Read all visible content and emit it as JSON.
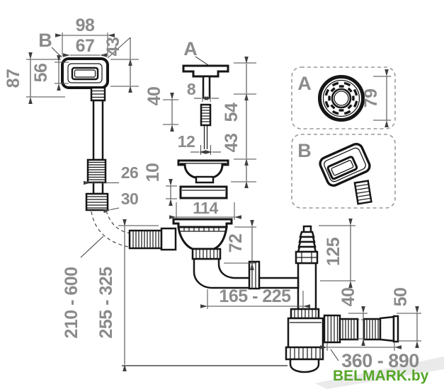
{
  "watermark": {
    "text": "BELMARK.by",
    "color": "#55A628",
    "band_color": "#D8D8D8"
  },
  "colors": {
    "outline": "#161616",
    "dimension_lines": "#4A4A4A",
    "dimension_text": "#8B8B8B",
    "box_border": "#9A9A9A"
  },
  "part_b": {
    "label": "B",
    "dim_width": "98",
    "dim_slot_width": "67",
    "dim_depth": "43",
    "dim_slot_height": "56",
    "dim_height": "87"
  },
  "hose": {
    "dim_diameter": "26",
    "dim_coupler_diameter": "30",
    "dim_length_range": "210 - 600"
  },
  "part_a": {
    "label": "A",
    "dim_pin": "8",
    "dim_stroke": "40",
    "dim_screw": "12",
    "dim_upper": "54",
    "dim_lower": "43",
    "dim_ring": "10",
    "dim_flange": "114"
  },
  "view_a": {
    "label": "A",
    "dim_diameter": "79"
  },
  "view_b": {
    "label": "B"
  },
  "siphon": {
    "dim_body_height": "72",
    "dim_branch_height": "125",
    "dim_pipe_range": "165 - 225",
    "dim_outlet_diameter": "40",
    "dim_adapter_diameter": "50",
    "dim_outlet_range": "360 - 890",
    "dim_install_range": "255 - 325"
  }
}
